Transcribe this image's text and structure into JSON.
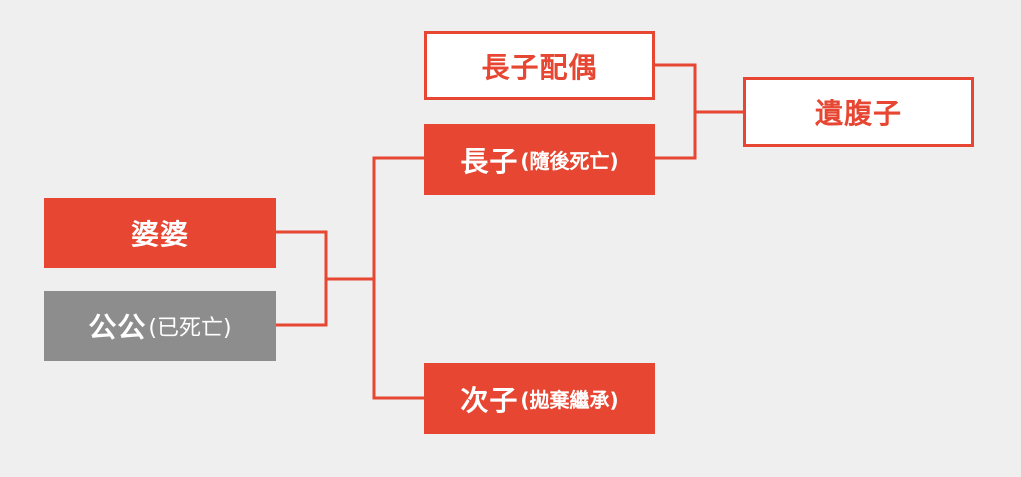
{
  "colors": {
    "background": "#f0efef",
    "accent_red": "#e64632",
    "deceased_gray": "#8d8d8e",
    "box_white": "#ffffff"
  },
  "nodes": {
    "grandmother": {
      "label": "婆婆",
      "note": ""
    },
    "grandfather": {
      "label": "公公",
      "note": "(已死亡)"
    },
    "eldest_son": {
      "label": "長子",
      "note": "(隨後死亡)"
    },
    "second_son": {
      "label": "次子",
      "note": "(拋棄繼承)"
    },
    "eldest_son_spouse": {
      "label": "長子配偶",
      "note": ""
    },
    "posthumous_child": {
      "label": "遺腹子",
      "note": ""
    }
  }
}
